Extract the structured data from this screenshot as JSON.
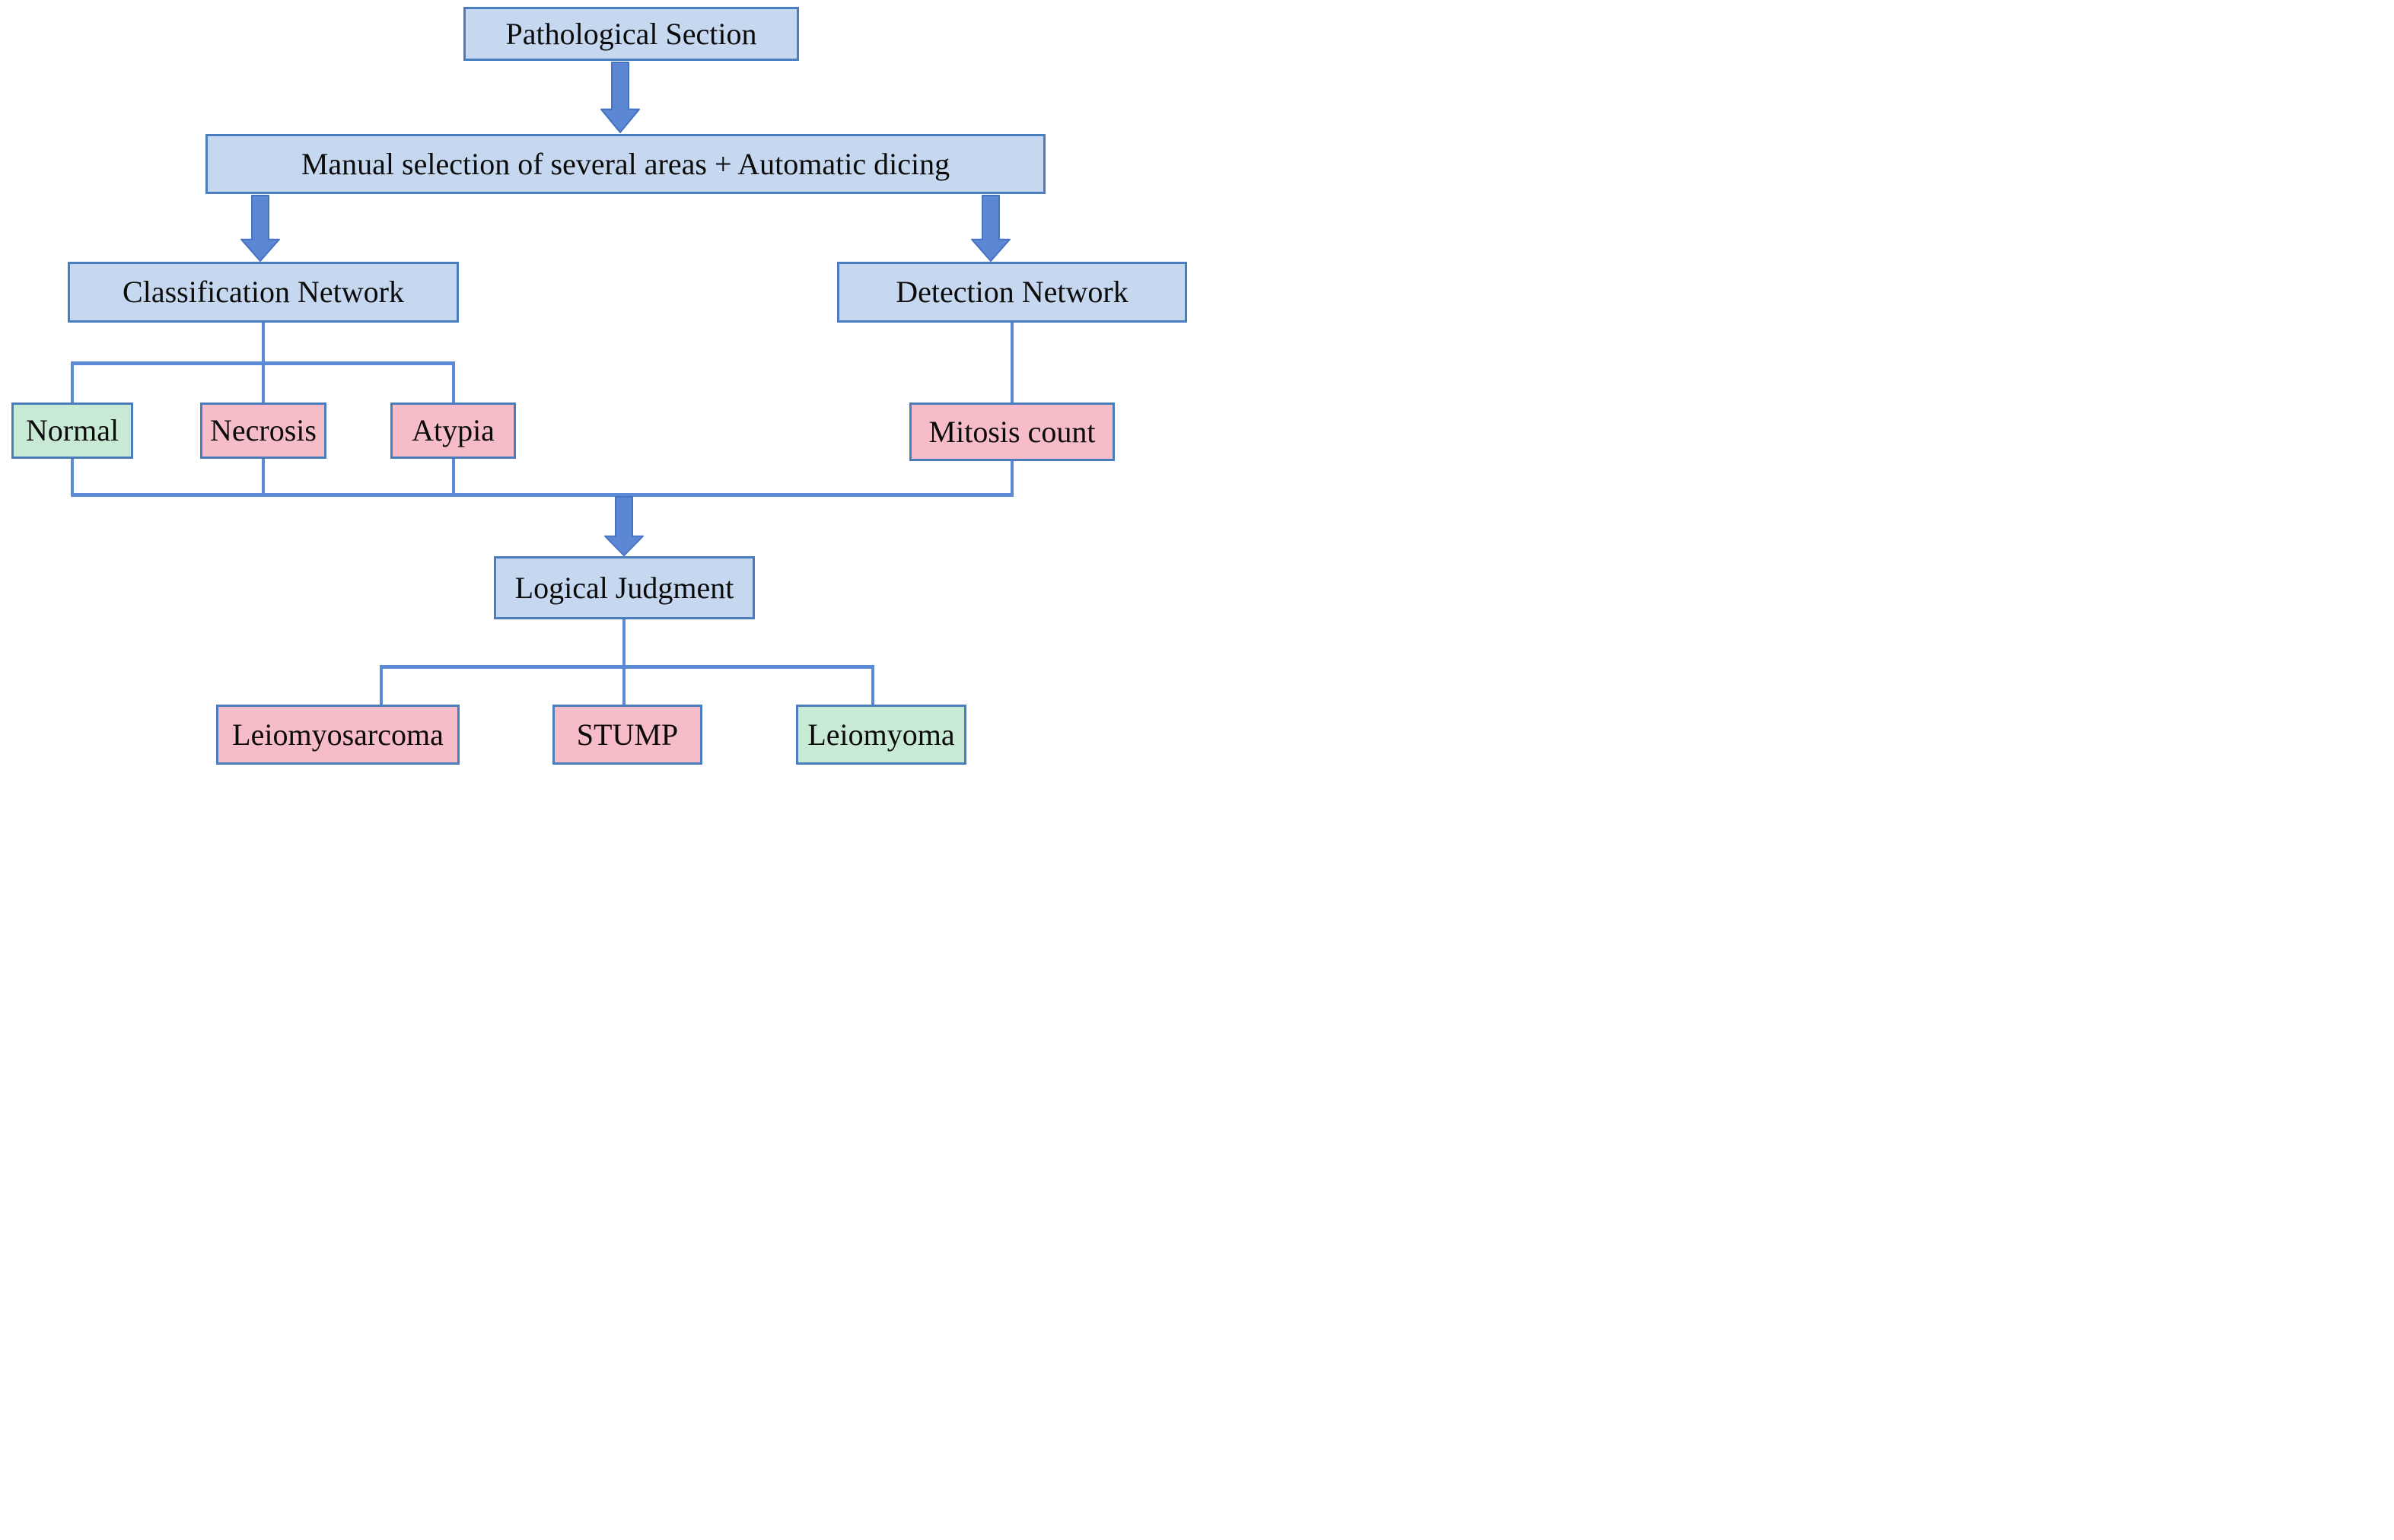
{
  "colors": {
    "process_fill": "#c6d8f0",
    "risk_fill": "#f6bcc8",
    "benign_fill": "#c8e9d4",
    "node_border": "#4a7dbd",
    "connector_color": "#5b8ad8",
    "arrow_fill": "#5b87d5",
    "arrow_stroke": "#4573c0",
    "text_color": "#0b0b0b"
  },
  "nodes": {
    "pathological_section": {
      "label": "Pathological Section",
      "type": "process"
    },
    "manual_selection": {
      "label": "Manual selection of several areas + Automatic dicing",
      "type": "process"
    },
    "classification_network": {
      "label": "Classification Network",
      "type": "process"
    },
    "detection_network": {
      "label": "Detection Network",
      "type": "process"
    },
    "normal": {
      "label": "Normal",
      "type": "benign"
    },
    "necrosis": {
      "label": "Necrosis",
      "type": "risk"
    },
    "atypia": {
      "label": "Atypia",
      "type": "risk"
    },
    "mitosis_count": {
      "label": "Mitosis count",
      "type": "risk"
    },
    "logical_judgment": {
      "label": "Logical Judgment",
      "type": "process"
    },
    "leiomyosarcoma": {
      "label": "Leiomyosarcoma",
      "type": "risk"
    },
    "stump": {
      "label": "STUMP",
      "type": "risk"
    },
    "leiomyoma": {
      "label": "Leiomyoma",
      "type": "benign"
    }
  },
  "connections": [
    {
      "from": "pathological_section",
      "to": "manual_selection",
      "style": "block-arrow"
    },
    {
      "from": "manual_selection",
      "to": "classification_network",
      "style": "block-arrow"
    },
    {
      "from": "manual_selection",
      "to": "detection_network",
      "style": "block-arrow"
    },
    {
      "from": "classification_network",
      "to": "normal",
      "style": "line"
    },
    {
      "from": "classification_network",
      "to": "necrosis",
      "style": "line"
    },
    {
      "from": "classification_network",
      "to": "atypia",
      "style": "line"
    },
    {
      "from": "detection_network",
      "to": "mitosis_count",
      "style": "line"
    },
    {
      "from": "normal",
      "to": "logical_judgment",
      "style": "line-merge-block-arrow"
    },
    {
      "from": "necrosis",
      "to": "logical_judgment",
      "style": "line-merge-block-arrow"
    },
    {
      "from": "atypia",
      "to": "logical_judgment",
      "style": "line-merge-block-arrow"
    },
    {
      "from": "mitosis_count",
      "to": "logical_judgment",
      "style": "line-merge-block-arrow"
    },
    {
      "from": "logical_judgment",
      "to": "leiomyosarcoma",
      "style": "line"
    },
    {
      "from": "logical_judgment",
      "to": "stump",
      "style": "line"
    },
    {
      "from": "logical_judgment",
      "to": "leiomyoma",
      "style": "line"
    }
  ]
}
